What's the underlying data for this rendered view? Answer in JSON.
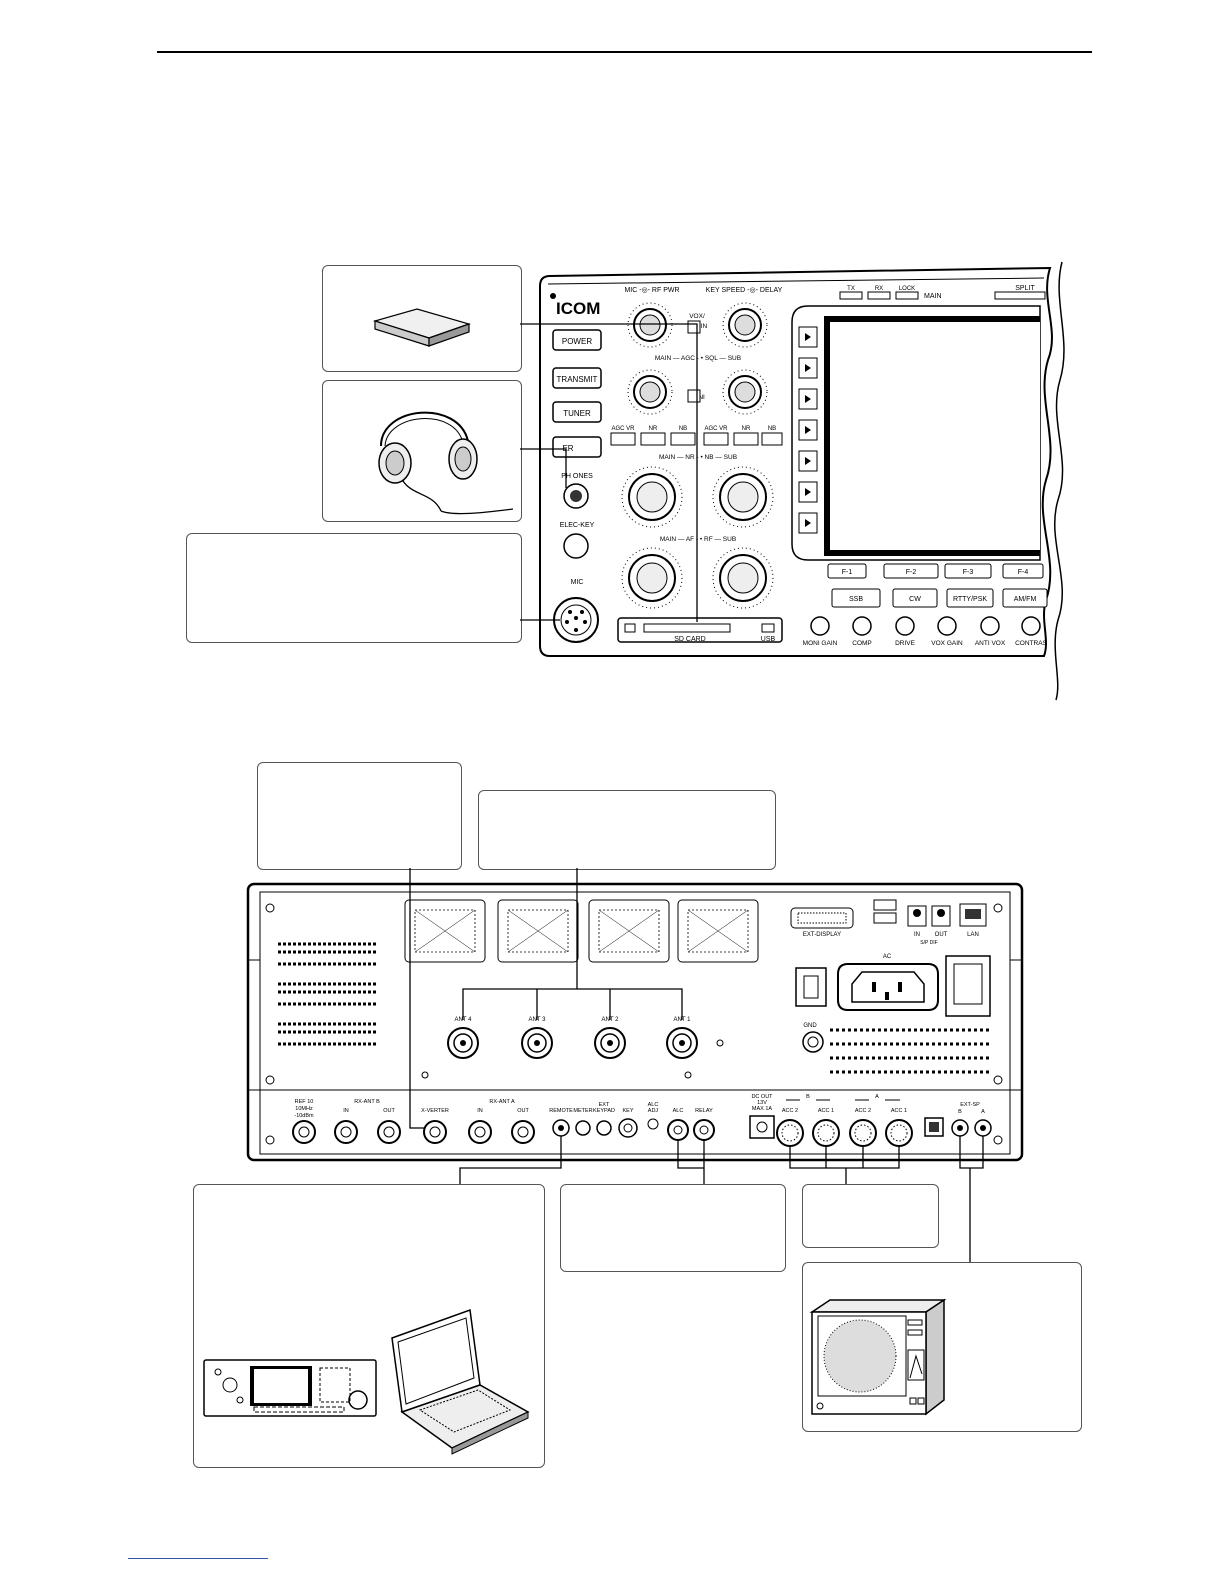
{
  "front_panel": {
    "brand": "ICOM",
    "knob_labels": {
      "mic_rfpwr": "MIC -◎- RF PWR",
      "keyspeed_delay": "KEY SPEED -◎- DELAY",
      "vox_in": "VOX/",
      "vox_in2": "IN",
      "main_agc_sql_sub": "MAIN — AGC - • SQL — SUB",
      "main_nr_nb_sub": "MAIN — NR - • NB — SUB",
      "main_af_rf_sub": "MAIN — AF - • RF — SUB",
      "mini": "M  NI"
    },
    "buttons": {
      "power": "POWER",
      "transmit": "TRANSMIT",
      "tuner": "TUNER",
      "voice": "ER"
    },
    "jacks": {
      "phones": "PH ONES",
      "elec_key": "ELEC-KEY",
      "mic": "MIC"
    },
    "small_keys": [
      "AGC VR",
      "NR",
      "NB",
      "AGC VR",
      "NR",
      "NB"
    ],
    "top_indicators": {
      "tx": "TX",
      "rx": "RX",
      "lock": "LOCK",
      "main": "MAIN",
      "split": "SPLIT"
    },
    "screen_title": "HF / 50MHz TRANSCEIVER",
    "function_keys": [
      "F-1",
      "F-2",
      "F-3",
      "F-4"
    ],
    "mode_keys": [
      "SSB",
      "CW",
      "RTTY/PSK",
      "AM/FM"
    ],
    "sd_card": "SD CARD",
    "usb": "USB",
    "bottom_knobs": [
      "MONI GAIN",
      "COMP",
      "DRIVE",
      "VOX GAIN",
      "ANTI VOX",
      "CONTRAS"
    ]
  },
  "rear_panel": {
    "antennas": [
      "ANT 4",
      "ANT 3",
      "ANT 2",
      "ANT 1"
    ],
    "ext_display": "EXT-DISPLAY",
    "spdif_in": "IN",
    "spdif_out": "OUT",
    "spdif": "S/P DIF",
    "lan": "LAN",
    "ac": "AC",
    "gnd": "GND",
    "connectors": {
      "ref": "REF 10",
      "ref2": "10MHz",
      "ref3": "-10dBm",
      "rx_ant_b": "RX-ANT B",
      "rx_ant_a": "RX-ANT A",
      "in": "IN",
      "out": "OUT",
      "xverter": "X-VERTER",
      "remote": "REMOTE",
      "meter": "METER",
      "ext_keypad": "EXT",
      "ext_keypad2": "KEYPAD",
      "key": "KEY",
      "alc_adj": "ALC",
      "alc_adj2": "ADJ",
      "alc": "ALC",
      "relay": "RELAY",
      "dc_out": "DC OUT",
      "dc_out2": "13V",
      "dc_out3": "MAX 1A",
      "acc2": "ACC 2",
      "acc1": "ACC 1",
      "b": "B",
      "a": "A",
      "ext_sp": "EXT-SP"
    }
  },
  "colors": {
    "line": "#000000",
    "panel_gray": "#e6e6e6",
    "box_border": "#555555"
  }
}
